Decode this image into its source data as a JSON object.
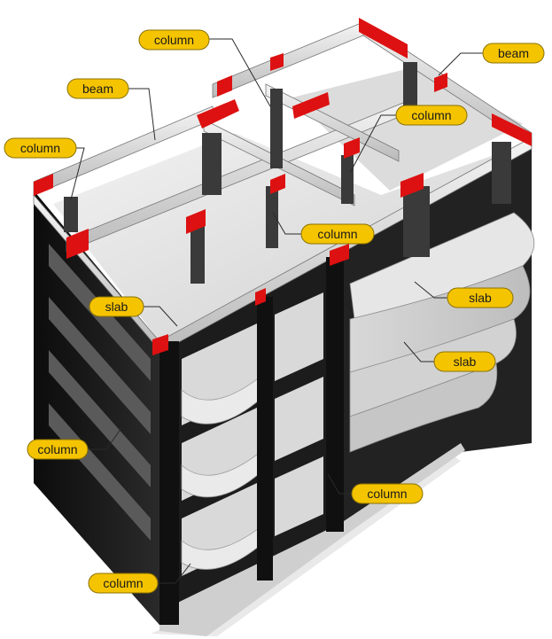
{
  "colors": {
    "label_fill": "#f5c400",
    "label_stroke": "#8a7200",
    "frame_dark": "#161616",
    "slab_light": "#e4e4e4",
    "joint_red": "#dd1111"
  },
  "labels": [
    {
      "id": "column-top",
      "text": "column"
    },
    {
      "id": "beam-left",
      "text": "beam"
    },
    {
      "id": "beam-right",
      "text": "beam"
    },
    {
      "id": "column-left-top",
      "text": "column"
    },
    {
      "id": "column-right-top",
      "text": "column"
    },
    {
      "id": "column-center",
      "text": "column"
    },
    {
      "id": "slab-left",
      "text": "slab"
    },
    {
      "id": "slab-right-1",
      "text": "slab"
    },
    {
      "id": "slab-right-2",
      "text": "slab"
    },
    {
      "id": "column-left-mid",
      "text": "column"
    },
    {
      "id": "column-right-bottom",
      "text": "column"
    },
    {
      "id": "column-bottom",
      "text": "column"
    }
  ]
}
